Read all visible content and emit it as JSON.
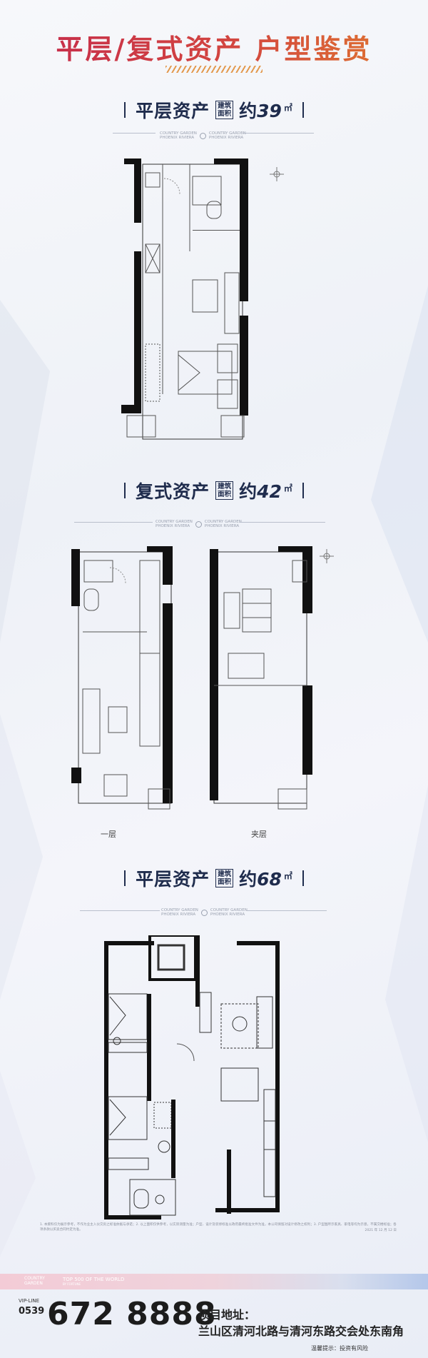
{
  "headline": "平层/复式资产  户型鉴赏",
  "sections": [
    {
      "name": "平层资产",
      "tag_line1": "建筑",
      "tag_line2": "面积",
      "prefix": "约",
      "number": "39",
      "unit": "㎡"
    },
    {
      "name": "复式资产",
      "tag_line1": "建筑",
      "tag_line2": "面积",
      "prefix": "约",
      "number": "42",
      "unit": "㎡"
    },
    {
      "name": "平层资产",
      "tag_line1": "建筑",
      "tag_line2": "面积",
      "prefix": "约",
      "number": "68",
      "unit": "㎡"
    }
  ],
  "watermark": {
    "line1": "COUNTRY GARDEN",
    "line2": "PHOENIX RIVIERA"
  },
  "floor_labels": {
    "first": "一层",
    "mezzanine": "夹层"
  },
  "footnote": {
    "text": "1. 本資料仅为展示参考，不作为业主入伙交房之标准依据与承诺；2. 以上面积仅供参考，以实际测量为准；户型、设计及装修标准以政府最终批准文件为准，本公司保留对设计修改之权利；3. 户型图所示家具、家电等均为示意，不属交楼标准；各项条款以买卖合同约定为准。",
    "date": "2021 年 12 月 12 日"
  },
  "band": {
    "logo_line1": "COUNTRY",
    "logo_line2": "GARDEN",
    "top500": "TOP 500 OF THE WORLD",
    "top500_sub": "BY FORTUNE"
  },
  "contact": {
    "vip_label": "VIP-LINE",
    "area_code": "0539",
    "phone": "672 8888",
    "address_label": "项目地址：",
    "address": "兰山区清河北路与清河东路交会处东南角",
    "warning": "温馨提示：投资有风险"
  },
  "colors": {
    "headline_start": "#c4294d",
    "headline_end": "#e07b2e",
    "navy": "#1f2c4d"
  }
}
